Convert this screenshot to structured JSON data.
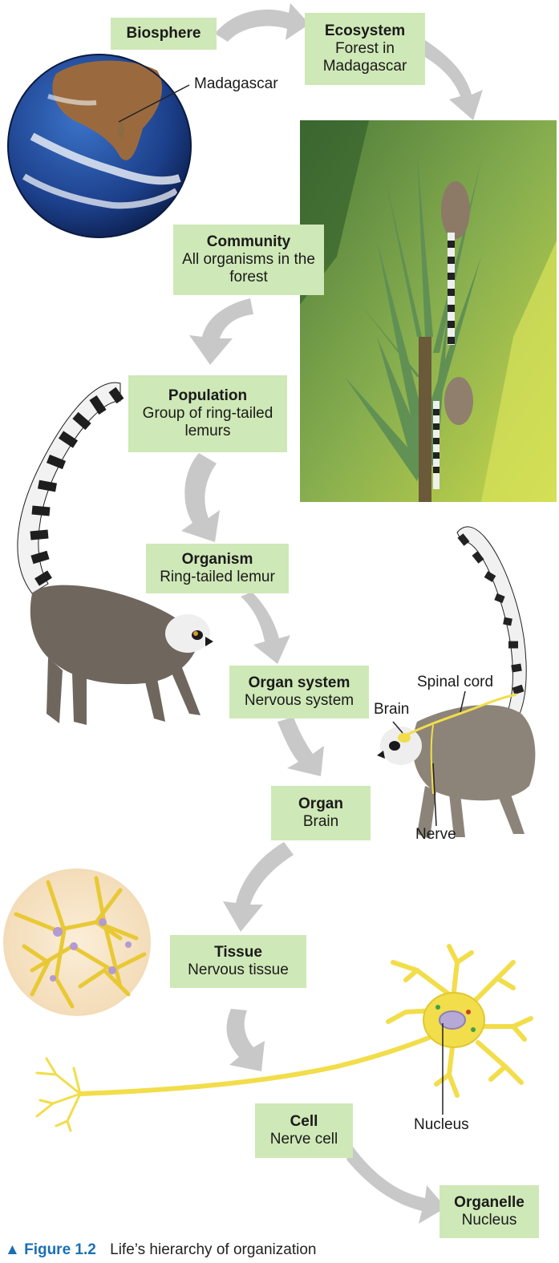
{
  "levels": {
    "biosphere": {
      "title": "Biosphere",
      "desc": ""
    },
    "ecosystem": {
      "title": "Ecosystem",
      "desc": "Forest in Madagascar"
    },
    "community": {
      "title": "Community",
      "desc": "All organisms in the forest"
    },
    "population": {
      "title": "Population",
      "desc": "Group of ring-tailed lemurs"
    },
    "organism": {
      "title": "Organism",
      "desc": "Ring-tailed lemur"
    },
    "organ_system": {
      "title": "Organ system",
      "desc": "Nervous system"
    },
    "organ": {
      "title": "Organ",
      "desc": "Brain"
    },
    "tissue": {
      "title": "Tissue",
      "desc": "Nervous tissue"
    },
    "cell": {
      "title": "Cell",
      "desc": "Nerve cell"
    },
    "organelle": {
      "title": "Organelle",
      "desc": "Nucleus"
    }
  },
  "labels": {
    "madagascar": "Madagascar",
    "spinal_cord": "Spinal cord",
    "brain": "Brain",
    "nerve": "Nerve",
    "nucleus": "Nucleus"
  },
  "caption": {
    "figure": "▲ Figure 1.2",
    "text": "Life’s hierarchy of organization"
  },
  "colors": {
    "box_fill": "#cfe8b7",
    "arrow": "#c8c8c8",
    "neuron": "#f2dd4a",
    "caption_accent": "#1a6fb5"
  }
}
